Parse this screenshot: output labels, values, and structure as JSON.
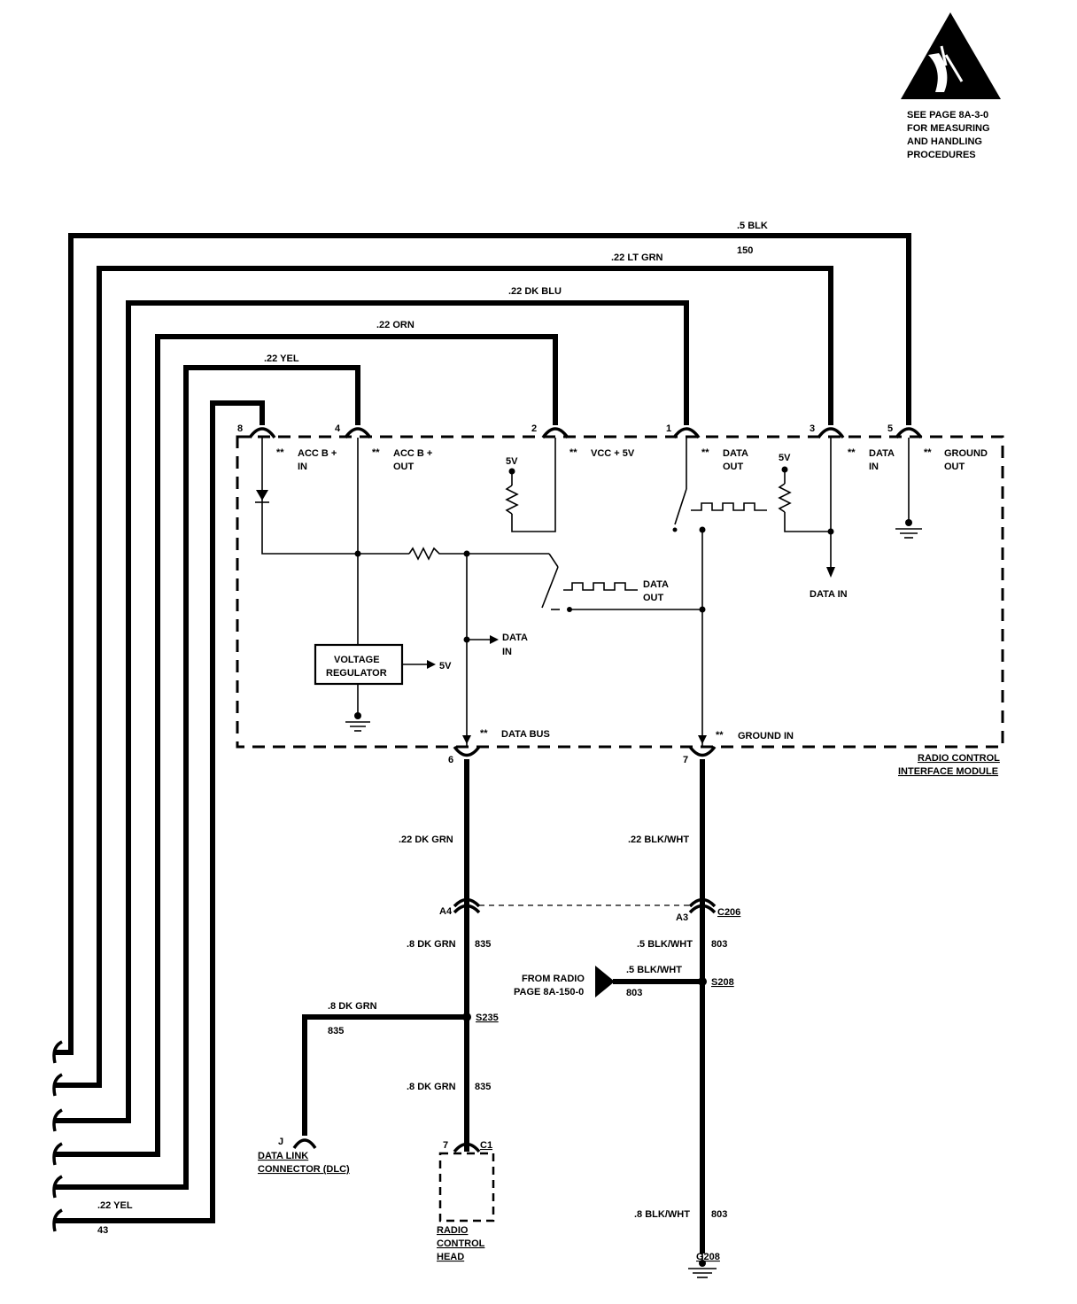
{
  "esd_notice": {
    "lines": [
      "SEE PAGE 8A-3-0",
      "FOR MEASURING",
      "AND HANDLING",
      "PROCEDURES"
    ]
  },
  "wires": {
    "blk": {
      "label": ".5 BLK",
      "circuit": "150"
    },
    "ltgrn": {
      "label": ".22 LT GRN"
    },
    "dkblu": {
      "label": ".22 DK BLU"
    },
    "orn": {
      "label": ".22 ORN"
    },
    "yel_top": {
      "label": ".22 YEL"
    },
    "yel_bottom": {
      "label": ".22 YEL",
      "circuit": "43"
    },
    "dkgrn_top": {
      "label": ".22 DK GRN"
    },
    "blkwht_top": {
      "label": ".22 BLK/WHT"
    },
    "dkgrn_mid": {
      "label": ".8 DK GRN",
      "circuit": "835"
    },
    "blkwht_mid": {
      "label": ".5 BLK/WHT",
      "circuit": "803"
    },
    "radio_feed": {
      "label": ".5 BLK/WHT",
      "circuit": "803"
    },
    "dlc_branch": {
      "label": ".8 DK GRN",
      "circuit": "835"
    },
    "dkgrn_low": {
      "label": ".8 DK GRN",
      "circuit": "835"
    },
    "blkwht_low": {
      "label": ".8 BLK/WHT",
      "circuit": "803"
    }
  },
  "pins": {
    "p8": {
      "num": "8",
      "l1": "ACC B +",
      "l2": "IN"
    },
    "p4": {
      "num": "4",
      "l1": "ACC B +",
      "l2": "OUT"
    },
    "p2": {
      "num": "2",
      "l1": "VCC + 5V"
    },
    "p1": {
      "num": "1",
      "l1": "DATA",
      "l2": "OUT"
    },
    "p3": {
      "num": "3",
      "l1": "DATA",
      "l2": "IN"
    },
    "p5": {
      "num": "5",
      "l1": "GROUND",
      "l2": "OUT"
    },
    "p6": {
      "num": "6",
      "l1": "DATA BUS"
    },
    "p7": {
      "num": "7",
      "l1": "GROUND IN"
    },
    "star": "**"
  },
  "module": {
    "name_l1": "RADIO CONTROL",
    "name_l2": "INTERFACE MODULE",
    "v5a": "5V",
    "v5b": "5V",
    "v5c": "5V",
    "data_out_l1": "DATA",
    "data_out_l2": "OUT",
    "data_in_a_l1": "DATA",
    "data_in_a_l2": "IN",
    "data_in_b": "DATA IN",
    "reg_l1": "VOLTAGE",
    "reg_l2": "REGULATOR"
  },
  "connectors": {
    "a4": "A4",
    "a3": "A3",
    "c206": "C206",
    "s208": "S208",
    "s235": "S235",
    "g208": "G208",
    "c1": "C1",
    "c1_pin": "7",
    "dlc_pin": "J"
  },
  "radio_source": {
    "l1": "FROM RADIO",
    "l2": "PAGE 8A-150-0"
  },
  "dlc": {
    "l1": "DATA LINK",
    "l2": "CONNECTOR (DLC)"
  },
  "radio_head": {
    "l1": "RADIO",
    "l2": "CONTROL",
    "l3": "HEAD"
  }
}
